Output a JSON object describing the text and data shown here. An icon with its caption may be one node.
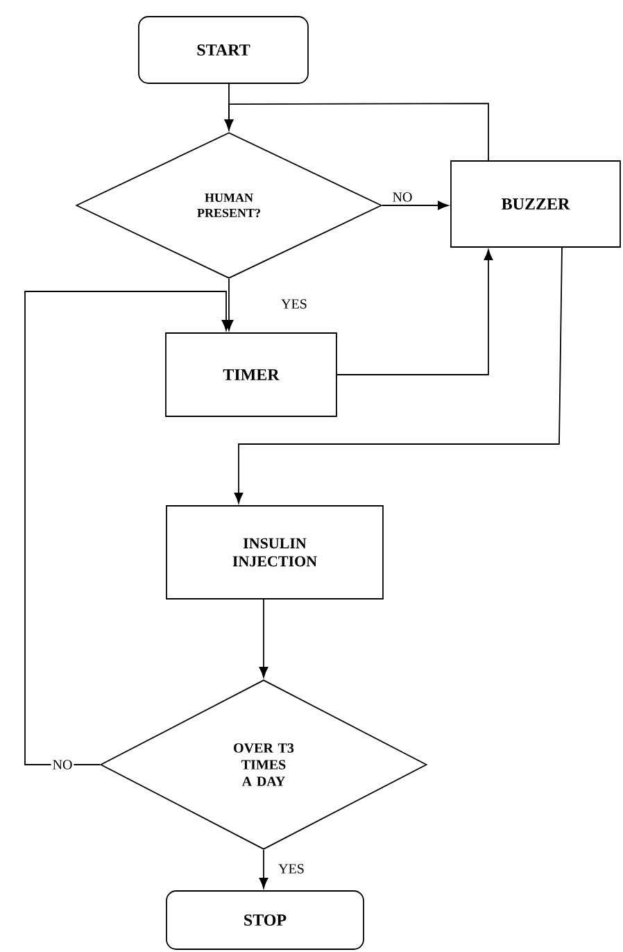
{
  "diagram": {
    "nodes": [
      {
        "text": [
          "START"
        ]
      },
      {
        "text": [
          "HUMAN PRESENT?"
        ]
      },
      {
        "text": [
          "BUZZER"
        ]
      },
      {
        "text": [
          "TIMER"
        ]
      },
      {
        "text": [
          "INSULIN INJECTION"
        ]
      },
      {
        "text": [
          "OVER T3 TIMES A DAY"
        ]
      },
      {
        "text": [
          "STOP"
        ]
      }
    ],
    "edges": [
      {
        "from": 0,
        "to": 1,
        "arrow": "to"
      },
      {
        "from": 1,
        "to": 2,
        "arrow": "to",
        "label": "NO"
      },
      {
        "from": 2,
        "to": 1,
        "arrow": "to"
      },
      {
        "from": 1,
        "to": 3,
        "arrow": "to",
        "label": "YES"
      },
      {
        "from": 3,
        "to": 2,
        "arrow": "to"
      },
      {
        "from": 2,
        "to": 4,
        "arrow": "to"
      },
      {
        "from": 4,
        "to": 5,
        "arrow": "to"
      },
      {
        "from": 5,
        "to": 3,
        "arrow": "to",
        "label": "NO"
      },
      {
        "from": 5,
        "to": 6,
        "arrow": "to",
        "label": "YES"
      }
    ]
  }
}
